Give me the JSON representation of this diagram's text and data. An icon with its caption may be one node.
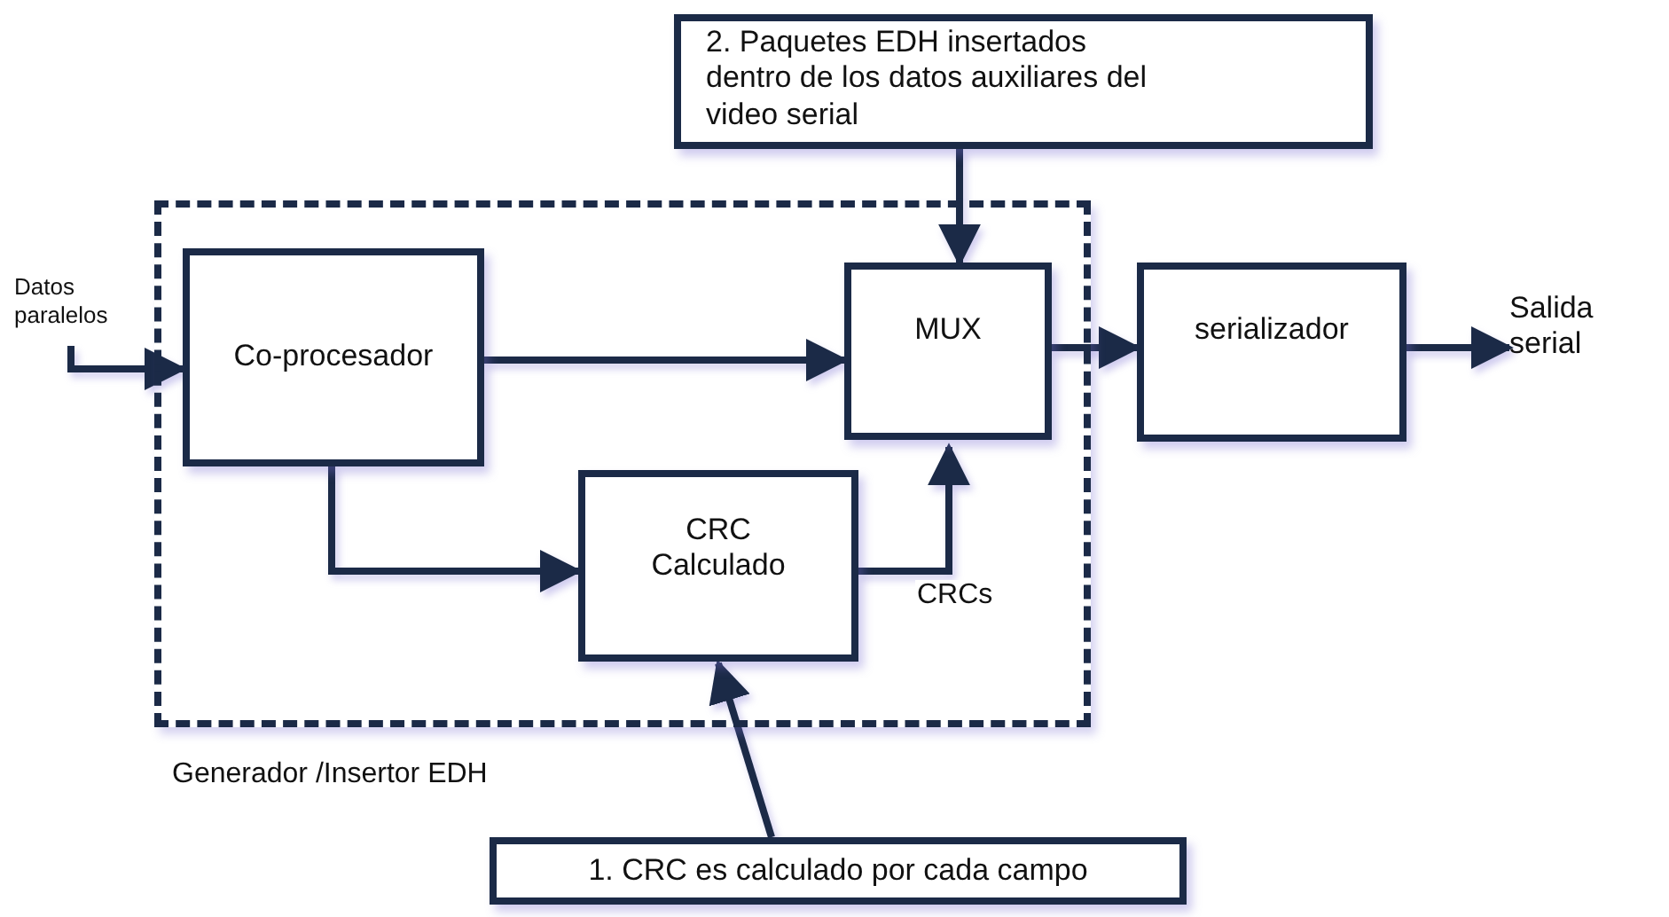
{
  "diagram": {
    "nodes": [
      {
        "text": [
          "Generador /Insertor EDH"
        ]
      },
      {
        "text": [
          "Co-procesador"
        ],
        "in": 0
      },
      {
        "text": [
          "MUX"
        ],
        "in": 0
      },
      {
        "text": [
          "CRC Calculado"
        ],
        "in": 0
      },
      {
        "text": [
          "serializador"
        ]
      },
      {
        "text": [
          "2. Paquetes EDH insertados dentro de los datos auxiliares del video serial"
        ]
      },
      {
        "text": [
          "1. CRC es calculado por cada campo"
        ]
      },
      {
        "text": [
          "Datos paralelos"
        ]
      },
      {
        "text": [
          "Salida serial"
        ]
      }
    ],
    "edges": [
      {
        "from": 7,
        "to": 1,
        "arrow": "to"
      },
      {
        "from": 1,
        "to": 2,
        "arrow": "to"
      },
      {
        "from": 1,
        "to": 3,
        "arrow": "to"
      },
      {
        "from": 3,
        "to": 2,
        "arrow": "to",
        "label": "CRCs"
      },
      {
        "from": 5,
        "to": 2,
        "arrow": "to"
      },
      {
        "from": 2,
        "to": 4,
        "arrow": "to"
      },
      {
        "from": 4,
        "to": 8,
        "arrow": "to"
      },
      {
        "from": 6,
        "to": 3,
        "arrow": "to"
      }
    ]
  }
}
